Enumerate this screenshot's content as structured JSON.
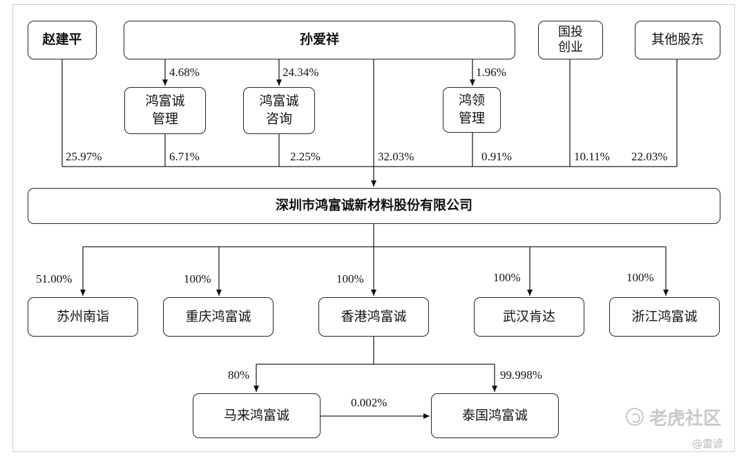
{
  "nodes": {
    "zhao_jianping": "赵建平",
    "sun_aixiang": "孙爱祥",
    "guotou_line1": "国投",
    "guotou_line2": "创业",
    "other_shareholders": "其他股东",
    "hfc_mgmt_line1": "鸿富诚",
    "hfc_mgmt_line2": "管理",
    "hfc_consult_line1": "鸿富诚",
    "hfc_consult_line2": "咨询",
    "hongling_line1": "鸿领",
    "hongling_line2": "管理",
    "company": "深圳市鸿富诚新材料股份有限公司",
    "suzhou": "苏州南诣",
    "chongqing": "重庆鸿富诚",
    "hongkong": "香港鸿富诚",
    "wuhan": "武汉肯达",
    "zhejiang": "浙江鸿富诚",
    "malaysia": "马来鸿富诚",
    "thailand": "泰国鸿富诚"
  },
  "labels": {
    "sun_to_mgmt": "4.68%",
    "sun_to_consult": "24.34%",
    "sun_to_hongling": "1.96%",
    "zhao_stake": "25.97%",
    "mgmt_stake": "6.71%",
    "consult_stake": "2.25%",
    "sun_stake": "32.03%",
    "hongling_stake": "0.91%",
    "guotou_stake": "10.11%",
    "other_stake": "22.03%",
    "suzhou_stake": "51.00%",
    "chongqing_stake": "100%",
    "hongkong_stake": "100%",
    "wuhan_stake": "100%",
    "zhejiang_stake": "100%",
    "malaysia_stake": "80%",
    "thailand_stake": "99.998%",
    "malaysia_to_thailand": "0.002%"
  },
  "watermark": {
    "logo_text": "老虎社区",
    "author": "@雷谚"
  }
}
